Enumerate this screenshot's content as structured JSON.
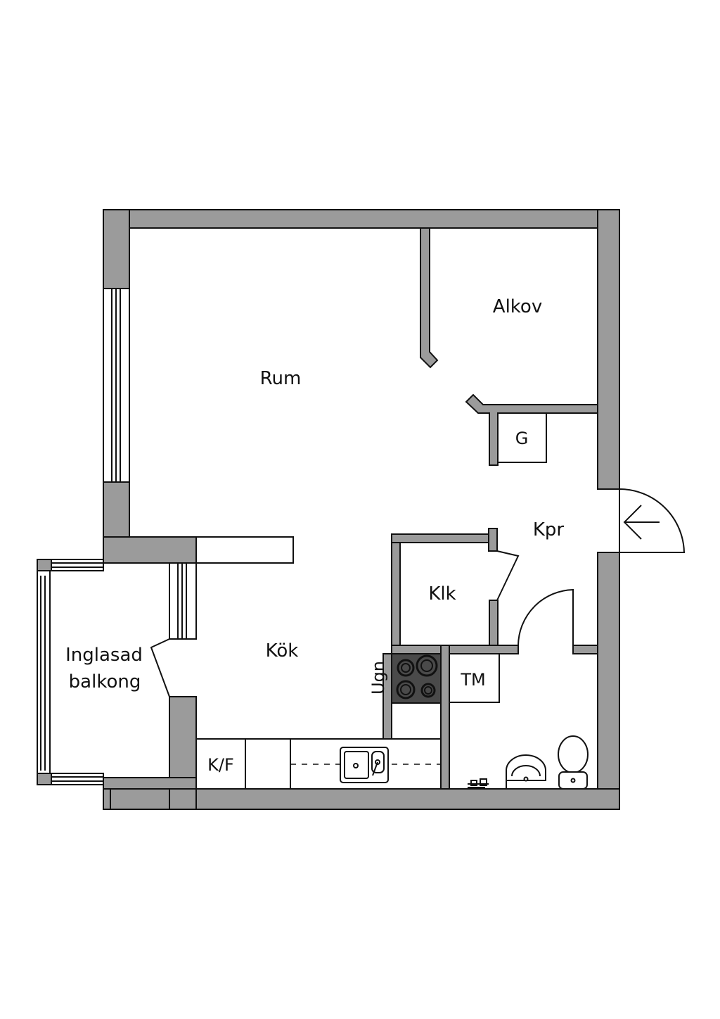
{
  "colors": {
    "wall": "#9b9b9b",
    "line": "#111111",
    "background": "#ffffff",
    "stove": "#4a4a4a"
  },
  "rooms": {
    "rum": "Rum",
    "alkov": "Alkov",
    "kok": "Kök",
    "kpr": "Kpr",
    "klk": "Klk",
    "inglasad_line1": "Inglasad",
    "inglasad_line2": "balkong"
  },
  "fixtures": {
    "g": "G",
    "tm": "TM",
    "kf": "K/F",
    "ugn": "Ugn"
  },
  "icons": {
    "entrance": "arrow-left-icon",
    "stove": "stove-icon",
    "sink": "sink-icon",
    "washbasin": "washbasin-icon",
    "toilet": "toilet-icon",
    "faucet": "faucet-icon"
  }
}
